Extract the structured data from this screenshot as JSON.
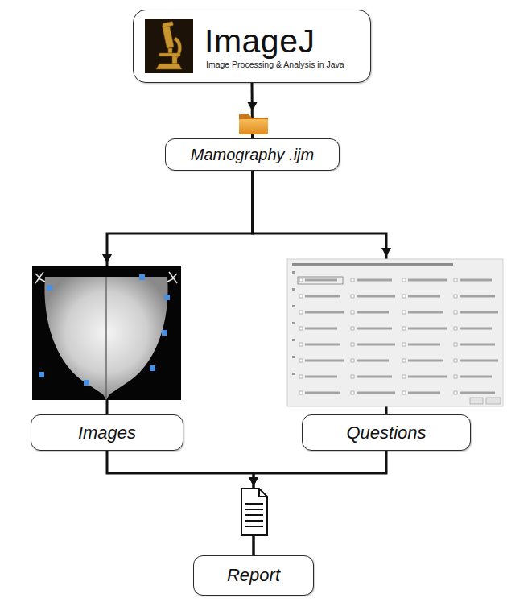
{
  "diagram": {
    "nodes": [
      {
        "text": [
          "ImageJ",
          "Image Processing & Analysis in Java"
        ]
      },
      {
        "text": [
          "Mamography .ijm"
        ]
      },
      {
        "text": [
          "Images"
        ]
      },
      {
        "text": [
          "Questions"
        ]
      },
      {
        "text": [
          "Report"
        ]
      }
    ],
    "edges": [
      {
        "from": 0,
        "to": 1,
        "arrow": "to"
      },
      {
        "from": 1,
        "to": 2,
        "arrow": "to"
      },
      {
        "from": 1,
        "to": 3,
        "arrow": "to"
      },
      {
        "from": 2,
        "to": 4,
        "arrow": "to"
      },
      {
        "from": 3,
        "to": 4,
        "arrow": "to"
      }
    ]
  }
}
